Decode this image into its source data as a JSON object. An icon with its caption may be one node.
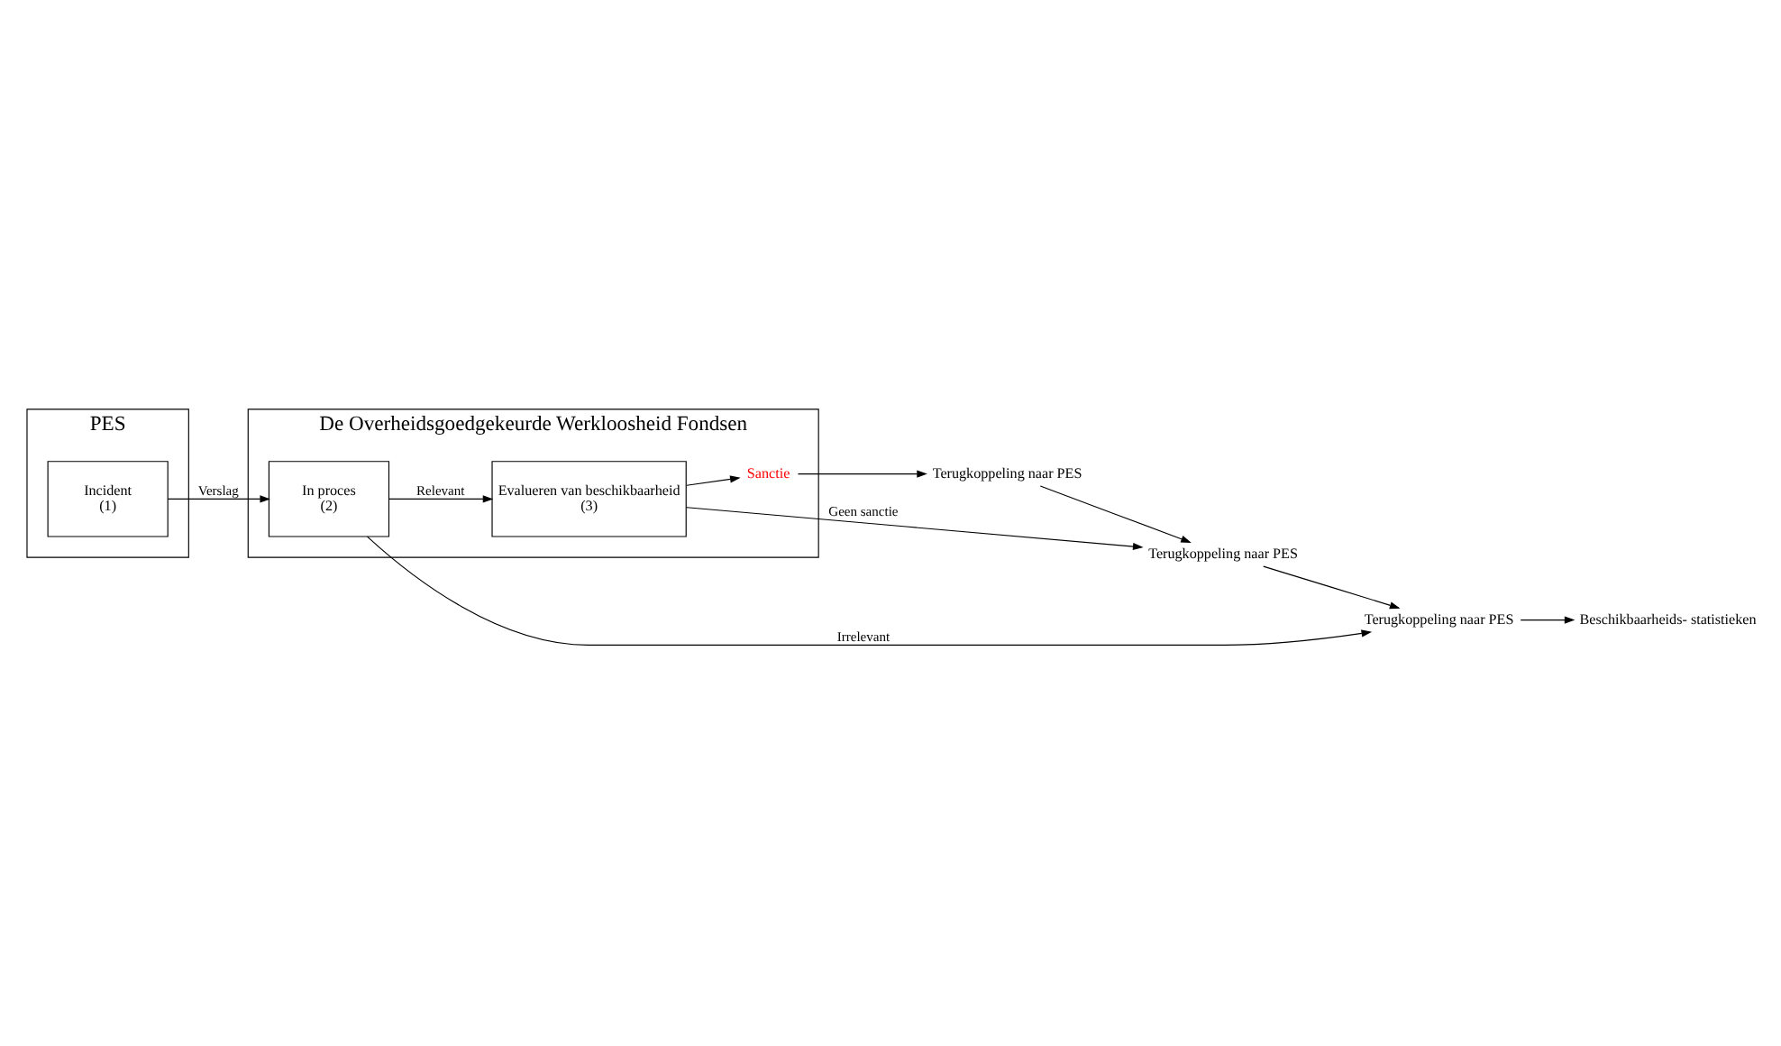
{
  "diagram": {
    "nodes": [
      {
        "text": [
          "PES"
        ]
      },
      {
        "text": [
          "De Overheidsgoedgekeurde Werkloosheid Fondsen"
        ]
      },
      {
        "text": [
          "Incident",
          "(1)"
        ],
        "in": 0
      },
      {
        "text": [
          "In proces",
          "(2)"
        ],
        "in": 1
      },
      {
        "text": [
          "Evalueren van beschikbaarheid",
          "(3)"
        ],
        "in": 1
      },
      {
        "text": [
          "Sanctie"
        ],
        "in": 1
      },
      {
        "text": [
          "Terugkoppeling naar PES"
        ]
      },
      {
        "text": [
          "Terugkoppeling naar PES"
        ]
      },
      {
        "text": [
          "Terugkoppeling naar PES"
        ]
      },
      {
        "text": [
          "Beschikbaarheids- statistieken"
        ]
      }
    ],
    "edges": [
      {
        "from": 2,
        "to": 3,
        "arrow": "to",
        "label": "Verslag"
      },
      {
        "from": 3,
        "to": 4,
        "arrow": "to",
        "label": "Relevant"
      },
      {
        "from": 4,
        "to": 5,
        "arrow": "to"
      },
      {
        "from": 3,
        "to": 6,
        "arrow": "to",
        "label": "Irrelevant"
      },
      {
        "from": 4,
        "to": 7,
        "arrow": "to",
        "label": "Geen sanctie"
      },
      {
        "from": 5,
        "to": 8,
        "arrow": "to"
      },
      {
        "from": 8,
        "to": 7,
        "arrow": "to"
      },
      {
        "from": 7,
        "to": 6,
        "arrow": "to"
      },
      {
        "from": 6,
        "to": 9,
        "arrow": "to"
      }
    ]
  }
}
